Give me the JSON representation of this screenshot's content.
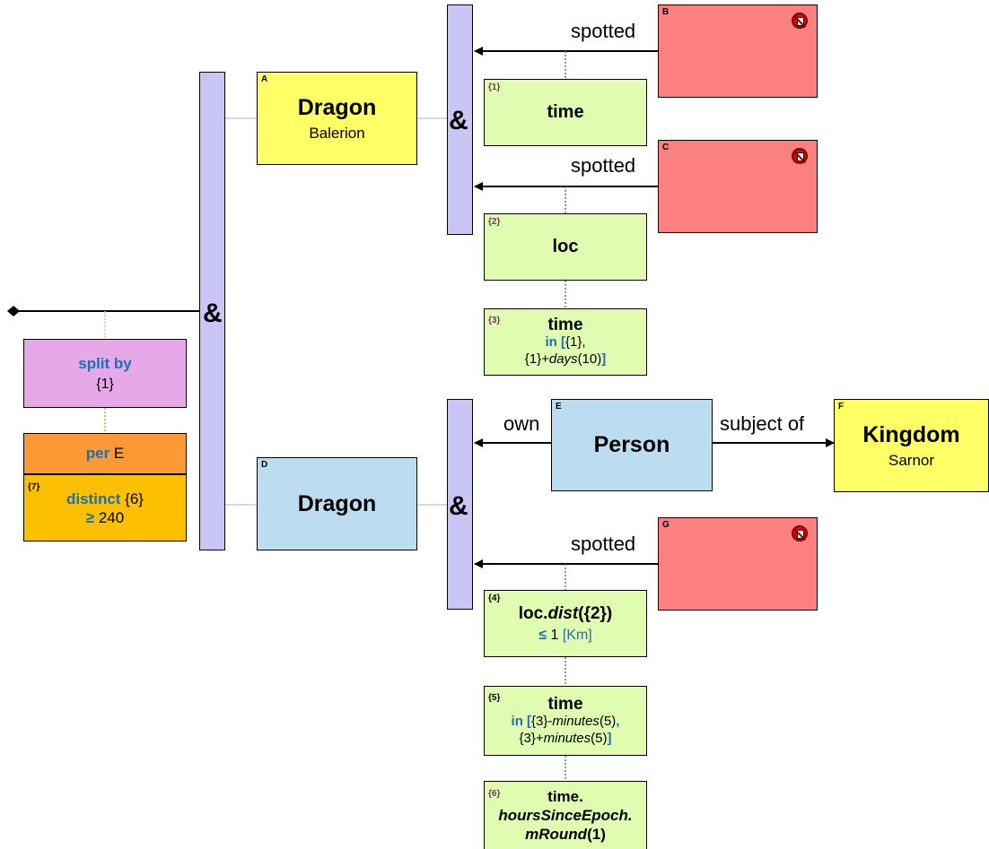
{
  "root_operator": "&",
  "entities": {
    "A": {
      "tag": "A",
      "type": "Dragon",
      "name": "Balerion"
    },
    "B": {
      "tag": "B"
    },
    "C": {
      "tag": "C"
    },
    "D": {
      "tag": "D",
      "type": "Dragon"
    },
    "E": {
      "tag": "E",
      "type": "Person"
    },
    "F": {
      "tag": "F",
      "type": "Kingdom",
      "name": "Sarnor"
    },
    "G": {
      "tag": "G"
    }
  },
  "operators": {
    "upper": "&",
    "lower": "&"
  },
  "relations": {
    "spotted_1": "spotted",
    "spotted_2": "spotted",
    "spotted_3": "spotted",
    "own": "own",
    "subject_of": "subject of"
  },
  "properties": {
    "p1": {
      "tag": "{1}",
      "text": "time"
    },
    "p2": {
      "tag": "{2}",
      "text": "loc"
    },
    "p3": {
      "tag": "{3}",
      "text": "time",
      "kw": "in",
      "lb": "[",
      "line1": "{1},",
      "line2a": "{1}+",
      "line2fn": "days",
      "line2b": "(10)",
      "rb": "]"
    },
    "p4": {
      "tag": "{4}",
      "prefix": "loc.",
      "fn": "dist",
      "suffix": "({2})",
      "op": "≤",
      "val": " 1 ",
      "unit": "[Km]"
    },
    "p5": {
      "tag": "{5}",
      "text": "time",
      "kw": "in",
      "lb": "[",
      "l1a": "{3}-",
      "l1fn": "minutes",
      "l1b": "(5)",
      "comma": ",",
      "l2a": "{3}+",
      "l2fn": "minutes",
      "l2b": "(5)",
      "rb": "]"
    },
    "p6": {
      "tag": "{6}",
      "line1": "time.",
      "line2": "hoursSinceEpoch.",
      "fn": "mRound",
      "arg": "(1)"
    }
  },
  "split": {
    "kw": "split by",
    "val": "{1}"
  },
  "per": {
    "kw": "per",
    "val": " E"
  },
  "aggregate": {
    "tag": "{7}",
    "kw": "distinct",
    "val": " {6}",
    "op": "≥",
    "num": " 240"
  },
  "colors": {
    "operator_bar": "#c9c6f6",
    "entity_yellow": "#ffff66",
    "entity_blue": "#bcdcf0",
    "entity_red": "#fd8080",
    "property_green": "#e0fcb0",
    "split_pink": "#e6a8e6",
    "per_orange": "#fb9a35",
    "aggregate_amber": "#fdc000",
    "keyword_blue": "#1c6fb5"
  },
  "icons": {
    "negation": "no-entry-icon"
  }
}
